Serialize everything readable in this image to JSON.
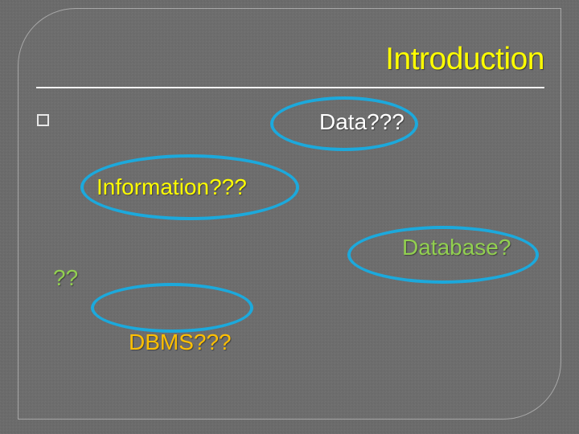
{
  "slide": {
    "title": "Introduction",
    "bullet_marker": "□",
    "theme": {
      "background": "#6b6b6b",
      "title_color": "#FFFF00",
      "rule_color": "#f2f2f2",
      "ellipse_color": "#1CA9DC",
      "panel_border": "rgba(255,255,255,0.40)"
    },
    "terms": [
      {
        "id": "data",
        "label": "Data???",
        "color": "#FFFFFF"
      },
      {
        "id": "info",
        "label": "Information???",
        "color": "#FFFF00"
      },
      {
        "id": "database",
        "label": "Database?",
        "continuation": "??",
        "color": "#92D050"
      },
      {
        "id": "dbms",
        "label": "DBMS???",
        "color": "#FFC000"
      }
    ]
  }
}
